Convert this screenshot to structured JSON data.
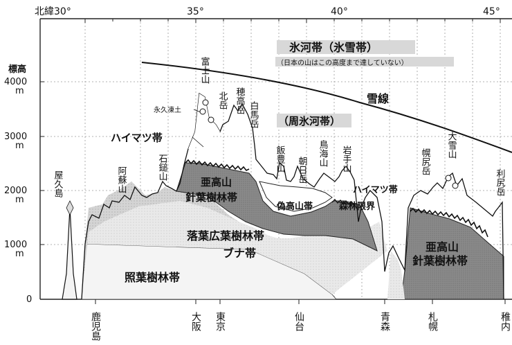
{
  "latitude": {
    "prefix": "北緯30°",
    "ticks": [
      "35°",
      "40°",
      "45°"
    ]
  },
  "y_axis": {
    "title": "標高",
    "unit": "m",
    "ticks": [
      "4000",
      "3000",
      "2000",
      "1000",
      "0"
    ]
  },
  "zones": {
    "glacial": "氷河帯（氷雪帯）",
    "glacial_note": "（日本の山はこの高度まで達していない）",
    "periglacial": "（周氷河帯）",
    "snowline": "雪線",
    "haimatsu_left": "ハイマツ帯",
    "haimatsu_right": "ハイマツ帯",
    "subalpine_left_1": "亜高山",
    "subalpine_left_2": "針葉樹林帯",
    "subalpine_right_1": "亜高山",
    "subalpine_right_2": "針葉樹林帯",
    "pseudo_alpine": "偽高山帯",
    "tree_line": "森林限界",
    "deciduous": "落葉広葉樹林帯",
    "beech": "ブナ帯",
    "evergreen": "照葉樹林帯",
    "permafrost": "永久凍土"
  },
  "mountains": {
    "yakushima": "屋久島",
    "aso": "阿蘇山",
    "ishizuchi": "石鎚山",
    "fuji": "富士山",
    "kitadake": "北岳",
    "hotaka": "穂高岳",
    "shirouma": "白馬岳",
    "iide": "飯豊山",
    "asahi": "朝日岳",
    "chokai": "鳥海山",
    "iwate": "岩手山",
    "poroshiri": "幌尻岳",
    "taisetsu": "大雪山",
    "rishiri": "利尻岳"
  },
  "cities": {
    "kagoshima": "鹿児島",
    "osaka": "大阪",
    "tokyo": "東京",
    "sendai": "仙台",
    "aomori": "青森",
    "sapporo": "札幌",
    "wakkanai": "稚内"
  }
}
